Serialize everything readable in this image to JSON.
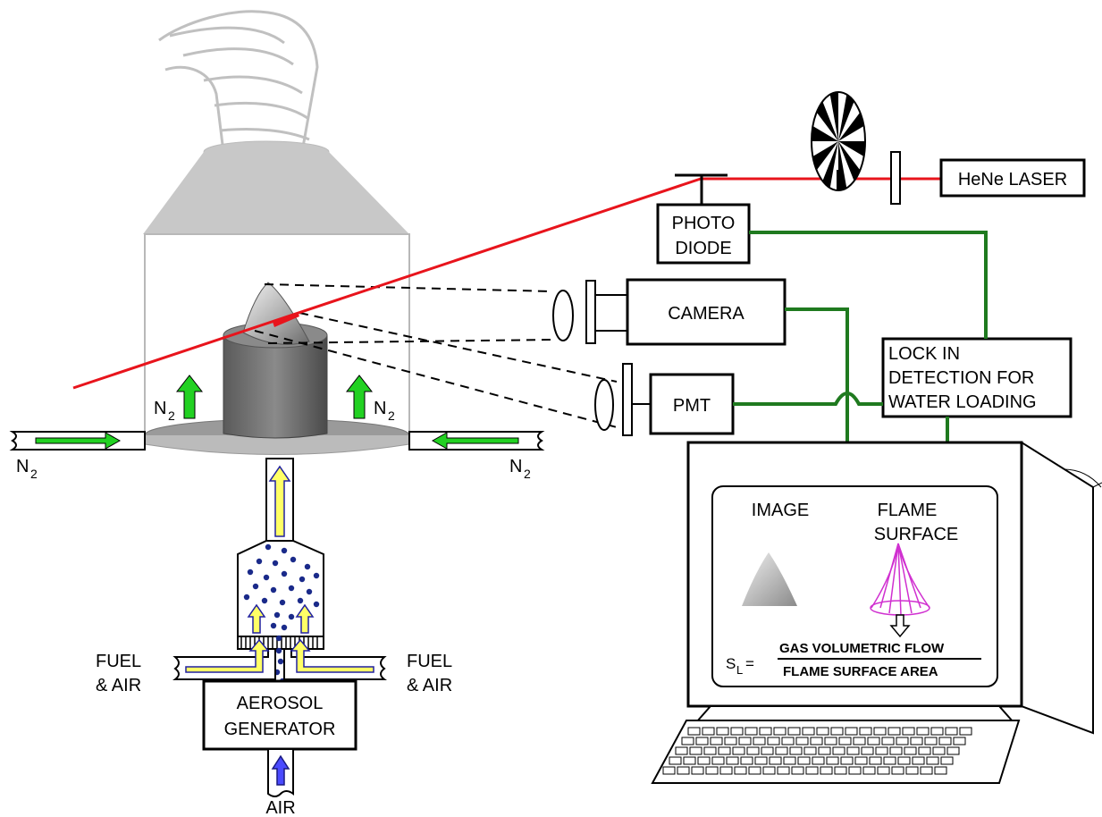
{
  "labels": {
    "laser": "HeNe LASER",
    "photodiode_1": "PHOTO",
    "photodiode_2": "DIODE",
    "camera": "CAMERA",
    "pmt": "PMT",
    "lockin_1": "LOCK IN",
    "lockin_2": "DETECTION FOR",
    "lockin_3": "WATER LOADING",
    "n2": "N",
    "n2_sub": "2",
    "fuel_air_1": "FUEL",
    "fuel_air_2": "& AIR",
    "aerosol_1": "AEROSOL",
    "aerosol_2": "GENERATOR",
    "air": "AIR",
    "image": "IMAGE",
    "flame_1": "FLAME",
    "flame_2": "SURFACE",
    "sl_main": "S",
    "sl_sub": "L",
    "sl_eq": "=",
    "formula_num": "GAS VOLUMETRIC FLOW",
    "formula_den": "FLAME SURFACE AREA"
  },
  "colors": {
    "laser_beam": "#e8141c",
    "signal_wire": "#1f7a1f",
    "n2_arrow": "#22d122",
    "flow_arrow_fill": "#ffff66",
    "flow_arrow_line": "#2020a0",
    "droplet": "#1a2a8a",
    "hood": "#c8c8c8",
    "flame_surface": "#d030d0"
  }
}
